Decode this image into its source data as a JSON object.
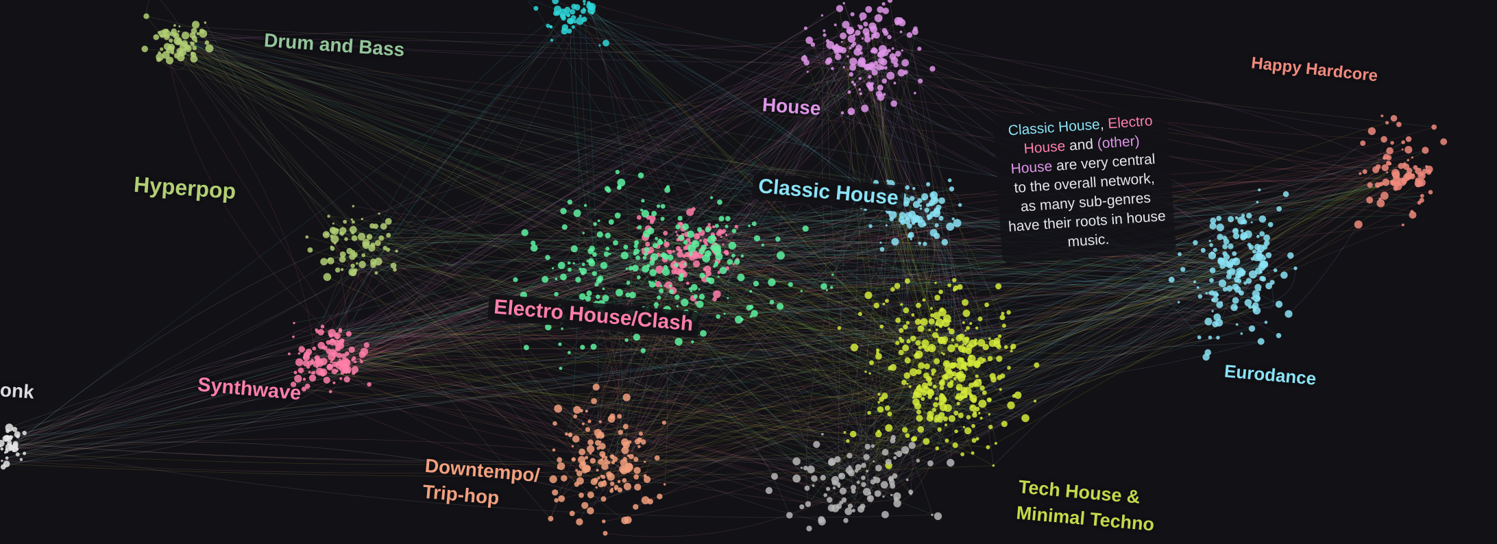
{
  "genres": [
    {
      "id": "drum-and-bass",
      "text": "Drum and Bass",
      "color": "#93c69a"
    },
    {
      "id": "happy-hardcore",
      "text": "Happy Hardcore",
      "color": "#f08a7c"
    },
    {
      "id": "house",
      "text": "House",
      "color": "#de95e8"
    },
    {
      "id": "hyperpop",
      "text": "Hyperpop",
      "color": "#b2cf74"
    },
    {
      "id": "classic-house",
      "text": "Classic House",
      "color": "#89e3f5"
    },
    {
      "id": "electro-house-clash",
      "text": "Electro House/Clash",
      "color": "#ff7fa9"
    },
    {
      "id": "synthwave",
      "text": "Synthwave",
      "color": "#ff7fa9"
    },
    {
      "id": "onk",
      "text": "onk",
      "color": "#dcdcdc"
    },
    {
      "id": "eurodance",
      "text": "Eurodance",
      "color": "#89e3f5"
    },
    {
      "id": "downtempo-trip-hop",
      "text": "Downtempo/\nTrip-hop",
      "color": "#f2a07e"
    },
    {
      "id": "tech-house-minimal-techno",
      "text": "Tech House &\nMinimal Techno",
      "color": "#c5d94a"
    }
  ],
  "annotation": {
    "part1": "Classic House",
    "part2": ", ",
    "part3": "Electro House",
    "part4": " and ",
    "part5": "(other) House",
    "part6": " are very central to the overall network, as many sub-genres have their roots in house music."
  },
  "clusters": [
    {
      "name": "drum-and-bass",
      "color": "#b2cf74",
      "count": 60
    },
    {
      "name": "hyperpop",
      "color": "#b2cf74",
      "count": 70
    },
    {
      "name": "house",
      "color": "#de95e8",
      "count": 140
    },
    {
      "name": "classic-house",
      "color": "#89e3f5",
      "count": 90
    },
    {
      "name": "electro-house",
      "color": "#ff7fa9",
      "count": 120
    },
    {
      "name": "progressive",
      "color": "#5ef2a0",
      "count": 240
    },
    {
      "name": "synthwave",
      "color": "#ff7fa9",
      "count": 120
    },
    {
      "name": "onk",
      "color": "#e6e6e6",
      "count": 40
    },
    {
      "name": "eurodance",
      "color": "#89e3f5",
      "count": 160
    },
    {
      "name": "happy-hardcore",
      "color": "#f08a7c",
      "count": 80
    },
    {
      "name": "downtempo",
      "color": "#f2a07e",
      "count": 140
    },
    {
      "name": "tech-house",
      "color": "#d4ea3a",
      "count": 320
    },
    {
      "name": "cyan-top",
      "color": "#2fd6d8",
      "count": 60
    },
    {
      "name": "ambient",
      "color": "#b7b7b7",
      "count": 100
    }
  ]
}
